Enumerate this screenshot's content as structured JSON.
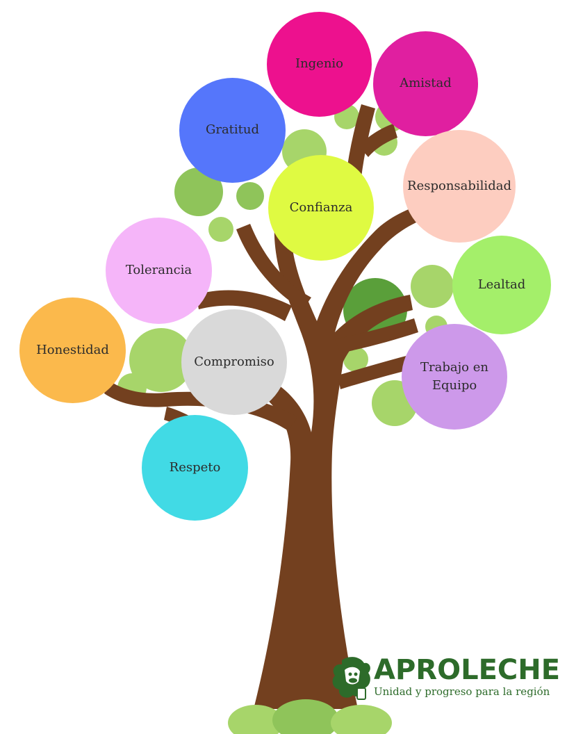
{
  "values": [
    {
      "id": "ingenio",
      "label": "Ingenio",
      "color": "#ed118e"
    },
    {
      "id": "amistad",
      "label": "Amistad",
      "color": "#e01fa0"
    },
    {
      "id": "gratitud",
      "label": "Gratitud",
      "color": "#5576fb"
    },
    {
      "id": "responsabilidad",
      "label": "Responsabilidad",
      "color": "#fdcdc0"
    },
    {
      "id": "confianza",
      "label": "Confianza",
      "color": "#dffa42"
    },
    {
      "id": "tolerancia",
      "label": "Tolerancia",
      "color": "#f5b5f9"
    },
    {
      "id": "lealtad",
      "label": "Lealtad",
      "color": "#a4ef6a"
    },
    {
      "id": "honestidad",
      "label": "Honestidad",
      "color": "#fbb94c"
    },
    {
      "id": "compromiso",
      "label": "Compromiso",
      "color": "#d9d9d9"
    },
    {
      "id": "trabajo-en-equipo",
      "label": "Trabajo en Equipo",
      "color": "#cd99ea"
    },
    {
      "id": "respeto",
      "label": "Respeto",
      "color": "#41dae5"
    }
  ],
  "brand": {
    "name": "APROLECHE",
    "tagline": "Unidad y progreso para la región",
    "color": "#2d6b2a"
  },
  "colors": {
    "trunk": "#73401f",
    "foliage_light": "#a7d56a",
    "foliage_mid": "#8fc45a",
    "foliage_dark": "#5a9f3a"
  }
}
